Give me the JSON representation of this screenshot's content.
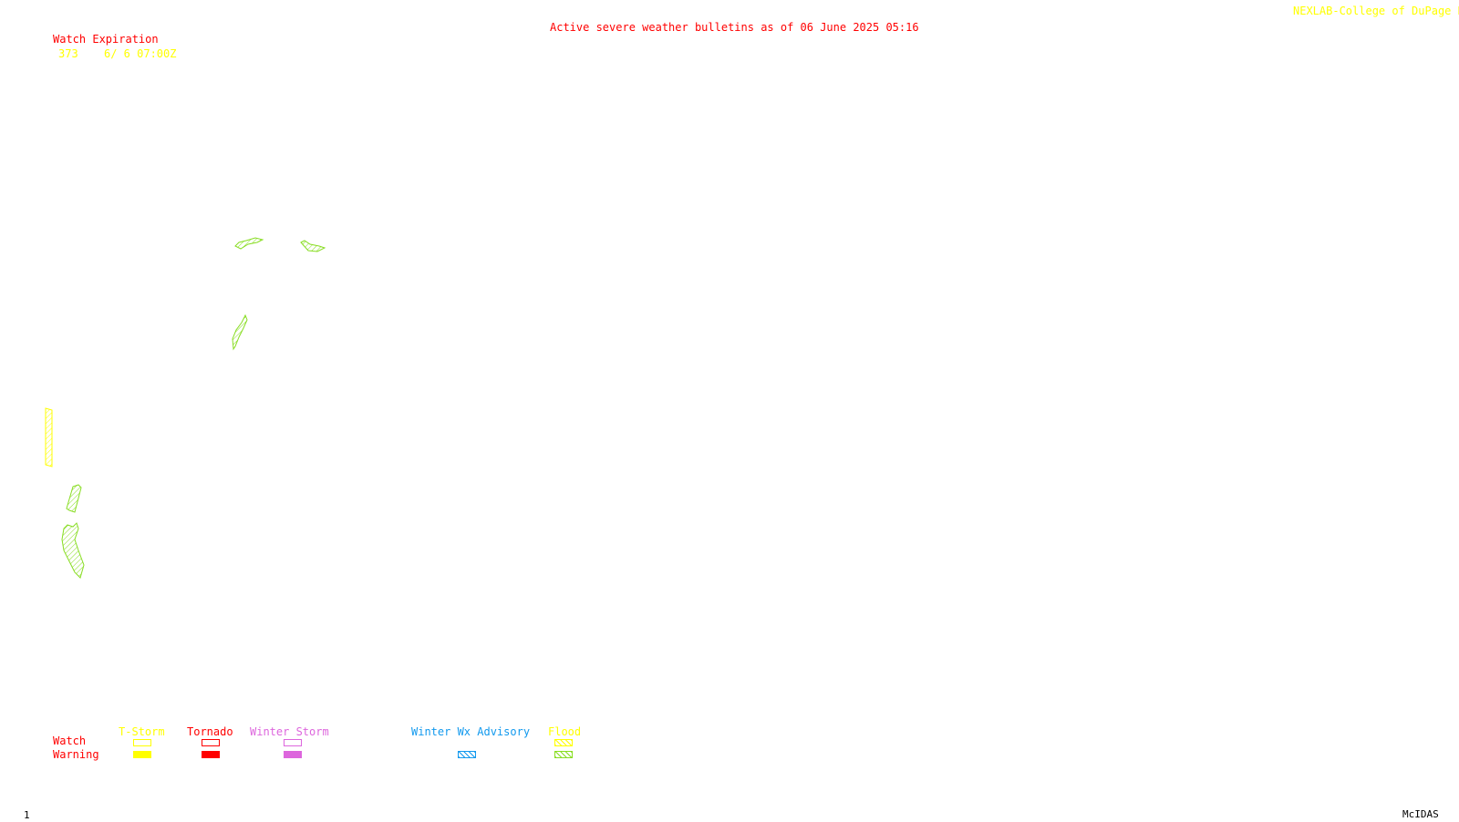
{
  "header": {
    "title": "Active severe weather bulletins as of 06 June 2025 05:16",
    "source": "NEXLAB-College of DuPage R"
  },
  "watch_list": {
    "heading": "Watch Expiration",
    "entries": [
      {
        "number": "373",
        "expiration": "6/ 6 07:00Z"
      }
    ]
  },
  "legend": {
    "row_labels": {
      "watch": "Watch",
      "warning": "Warning"
    },
    "categories": [
      {
        "label": "T-Storm",
        "color": "#ffff00"
      },
      {
        "label": "Tornado",
        "color": "#ff0000"
      },
      {
        "label": "Winter Storm",
        "color": "#dd66dd"
      },
      {
        "label": "Winter Wx Advisory",
        "color": "#1199ee"
      },
      {
        "label": "Flood",
        "color": "#88dd22"
      }
    ]
  },
  "footer": {
    "frame_number": "1",
    "software": "McIDAS"
  },
  "colors": {
    "flood": "#88dd22",
    "tstorm": "#ffff00",
    "tornado": "#ff0000",
    "winter_storm": "#dd66dd",
    "winter_advisory": "#1199ee"
  }
}
